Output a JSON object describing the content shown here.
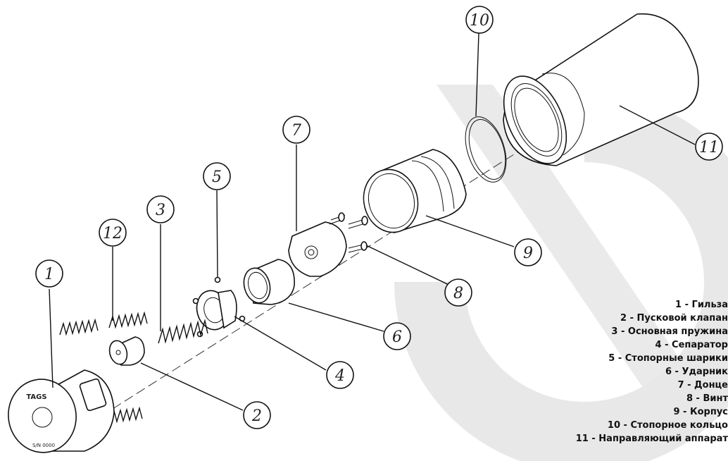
{
  "callouts": [
    "1",
    "2",
    "3",
    "4",
    "5",
    "6",
    "7",
    "8",
    "9",
    "10",
    "11",
    "12"
  ],
  "legend": [
    "1 - Гильза",
    "2 - Пусковой клапан",
    "3 - Основная пружина",
    "4 - Сепаратор",
    "5 - Стопорные шарики",
    "6 - Ударник",
    "7 - Донце",
    "8 - Винт",
    "9 - Корпус",
    "10 - Стопорное кольцо",
    "11 - Направляющий аппарат"
  ],
  "label_plate": {
    "brand": "TAGS",
    "serial": "S/N 0000"
  },
  "colors": {
    "watermark": "#e6e6e6",
    "line": "#111111"
  }
}
